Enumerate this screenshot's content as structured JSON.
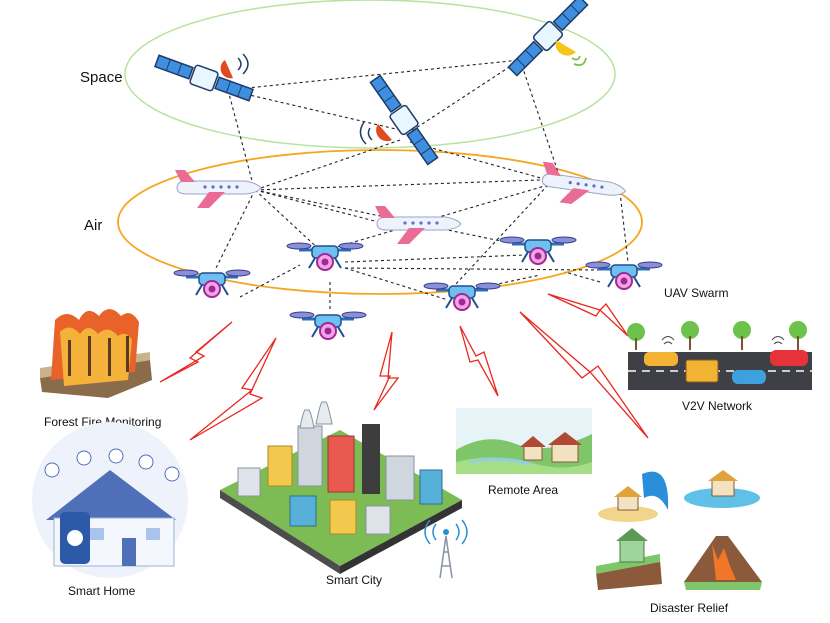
{
  "layers": {
    "space": "Space",
    "air": "Air"
  },
  "labels": {
    "uav_swarm": "UAV Swarm",
    "forest_fire": "Forest Fire Monitoring",
    "smart_home": "Smart Home",
    "smart_city": "Smart City",
    "remote_area": "Remote Area",
    "v2v": "V2V Network",
    "disaster": "Disaster Relief"
  },
  "colors": {
    "space_ring": "#b8e2a0",
    "air_ring": "#f5a623",
    "link_dash": "#222222",
    "radio_link": "#e8281e",
    "drone_body": "#2a6fb8",
    "drone_ring": "#d24bb8"
  }
}
